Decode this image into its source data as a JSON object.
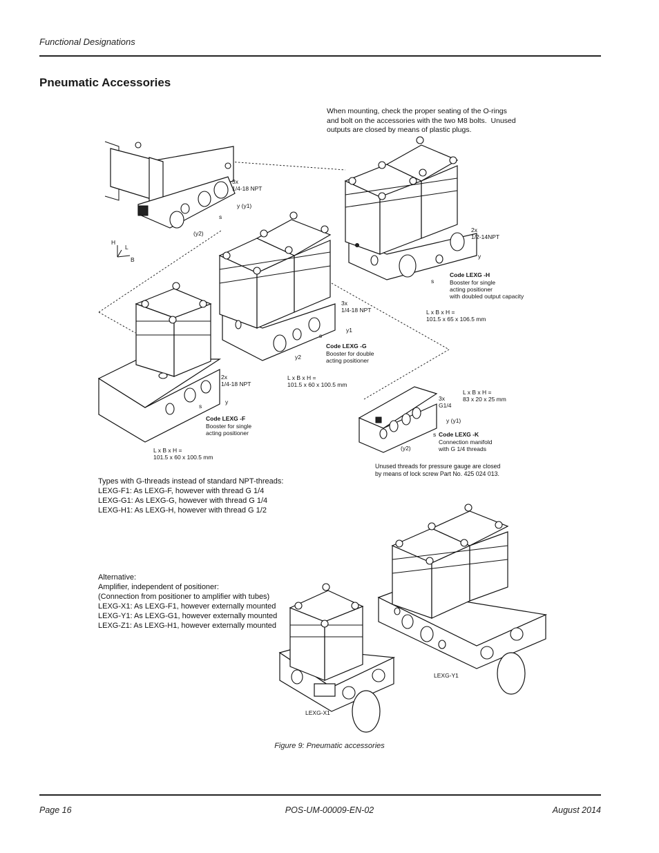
{
  "header": {
    "section": "Functional Designations"
  },
  "page_title": "Pneumatic Accessories",
  "mounting_note": "When mounting, check the proper seating of the O-rings\nand bolt on the accessories with the two M8 bolts.  Unused\noutputs are closed by means of plastic plugs.",
  "positioner_labels": {
    "ports": "3x\n1/4-18 NPT",
    "y": "y (y1)",
    "s": "s",
    "y2": "(y2)"
  },
  "axes": {
    "h": "H",
    "l": "L",
    "b": "B"
  },
  "lexg_h": {
    "ports": "2x\n1/2-14NPT",
    "y": "y",
    "s": "s",
    "code": "Code LEXG -H",
    "desc": "Booster for single\nacting positioner\nwith doubled output capacity",
    "dims": "L x B x H =\n101.5 x 65 x 106.5 mm"
  },
  "lexg_g": {
    "ports": "3x\n1/4-18 NPT",
    "y1": "y1",
    "s": "s",
    "y2": "y2",
    "code": "Code LEXG -G",
    "desc": "Booster for double\nacting positioner",
    "dims": "L x B x H =\n101.5 x 60 x 100.5 mm"
  },
  "lexg_f": {
    "ports": "2x\n1/4-18 NPT",
    "s": "s",
    "y": "y",
    "code": "Code LEXG -F",
    "desc": "Booster for single\nacting positioner",
    "dims": "L x B x H =\n101.5 x 60 x 100.5 mm"
  },
  "lexg_k": {
    "dims": "L x B x H =\n83 x 20 x 25 mm",
    "ports": "3x\nG1/4",
    "y": "y (y1)",
    "s": "s",
    "y2": "(y2)",
    "code": "Code LEXG -K",
    "desc": "Connection manifold\nwith G 1/4 threads"
  },
  "unused_threads_note": "Unused threads for pressure gauge are closed\nby means of lock screw Part No. 425 024 013.",
  "g_threads_note": "Types with G-threads instead of standard NPT-threads:\nLEXG-F1: As LEXG-F, however with thread G 1/4\nLEXG-G1: As LEXG-G, however with thread G 1/4\nLEXG-H1: As LEXG-H, however with thread G 1/2",
  "alternative_note": "Alternative:\nAmplifier, independent of positioner:\n(Connection from positioner to amplifier with tubes)\nLEXG-X1: As LEXG-F1, however externally mounted\nLEXG-Y1: As LEXG-G1, however externally mounted\nLEXG-Z1: As LEXG-H1, however externally mounted",
  "lexg_y1_label": "LEXG-Y1",
  "lexg_x1_label": "LEXG-X1",
  "caption": "Figure 9:  Pneumatic accessories",
  "footer": {
    "page": "Page 16",
    "doc_id": "POS-UM-00009-EN-02",
    "date": "August 2014"
  }
}
